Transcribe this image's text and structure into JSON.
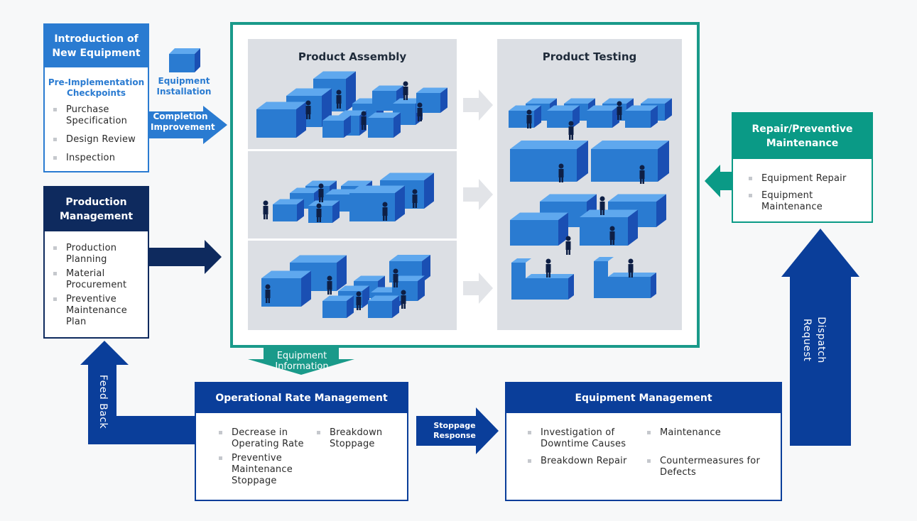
{
  "intro": {
    "title": "Introduction of New Equipment",
    "subtitle": "Pre-Implementation Checkpoints",
    "items": [
      "Purchase Specification",
      "Design Review",
      "Inspection"
    ]
  },
  "installation_label": "Equipment Installation",
  "completion_label": "Completion Improvement",
  "production": {
    "title": "Production Management",
    "items": [
      "Production Planning",
      "Material Procurement",
      "Preventive Maintenance Plan"
    ]
  },
  "floor": {
    "assembly_title": "Product Assembly",
    "testing_title": "Product Testing"
  },
  "equipment_info_label": "Equipment Information",
  "operational": {
    "title": "Operational Rate Management",
    "col1": [
      "Decrease in Operating Rate",
      "Preventive Maintenance Stoppage"
    ],
    "col2": [
      "Breakdown Stoppage"
    ]
  },
  "stoppage_label": "Stoppage Response",
  "equipment": {
    "title": "Equipment Management",
    "col1": [
      "Investigation of Downtime Causes",
      "Breakdown Repair"
    ],
    "col2": [
      "Maintenance",
      "Countermeasures for Defects"
    ]
  },
  "repair": {
    "title": "Repair/Preventive Maintenance",
    "items": [
      "Equipment Repair",
      "Equipment Maintenance"
    ]
  },
  "feedback_label": "Feed Back",
  "dispatch_label": "Dispatch Request",
  "colors": {
    "blue": "#2a7bd1",
    "navy": "#0e2a5e",
    "royal": "#0a3e9a",
    "teal": "#0a9a86"
  }
}
